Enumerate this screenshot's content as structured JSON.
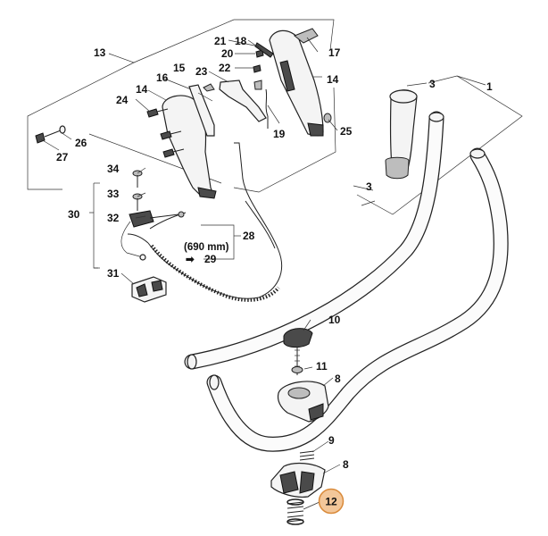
{
  "labels": {
    "l1": "1",
    "l3a": "3",
    "l3b": "3",
    "l8a": "8",
    "l8b": "8",
    "l9": "9",
    "l10": "10",
    "l11": "11",
    "l12": "12",
    "l13": "13",
    "l14a": "14",
    "l14b": "14",
    "l15": "15",
    "l16": "16",
    "l17": "17",
    "l18": "18",
    "l19": "19",
    "l20": "20",
    "l21": "21",
    "l22": "22",
    "l23": "23",
    "l24": "24",
    "l25": "25",
    "l26": "26",
    "l27": "27",
    "l28": "28",
    "l29": "29",
    "l30": "30",
    "l31": "31",
    "l32": "32",
    "l33": "33",
    "l34": "34"
  },
  "cable_length": "(690 mm)",
  "arrow_glyph": "➡",
  "highlight_color": "#f3c79a",
  "highlight_stroke": "#d98a3a"
}
